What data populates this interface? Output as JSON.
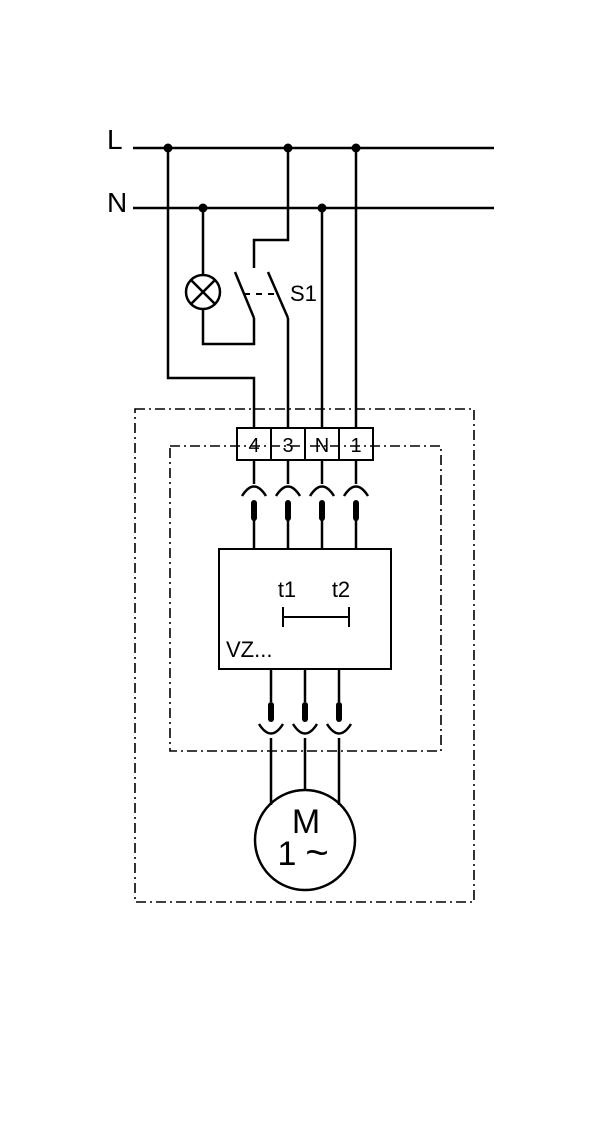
{
  "bus": {
    "line_label": "L",
    "neutral_label": "N"
  },
  "switch": {
    "label": "S1"
  },
  "terminals": [
    "4",
    "3",
    "N",
    "1"
  ],
  "controller": {
    "t1_label": "t1",
    "t2_label": "t2",
    "model_label": "VZ..."
  },
  "motor": {
    "letter": "M",
    "phase": "1",
    "ac_symbol": "~"
  }
}
